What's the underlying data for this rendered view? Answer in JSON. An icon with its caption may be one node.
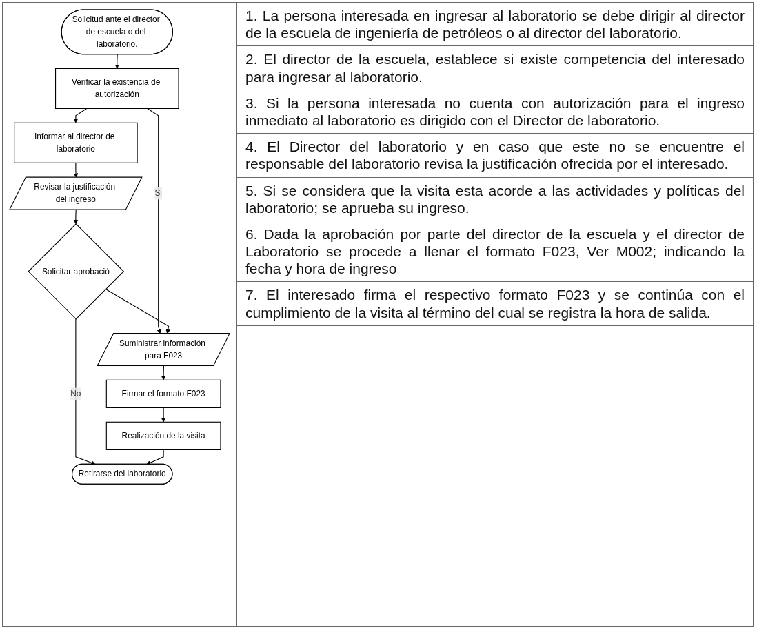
{
  "diagram": {
    "nodes": [
      {
        "text": [
          "Solicitud ante el director de escuela o del laboratorio."
        ]
      },
      {
        "text": [
          "Verificar la existencia de autorización"
        ]
      },
      {
        "text": [
          "Informar al director de laboratorio"
        ]
      },
      {
        "text": [
          "Revisar la justificación del ingreso"
        ]
      },
      {
        "text": [
          "Solicitar aprobació"
        ]
      },
      {
        "text": [
          "Suministrar información para F023"
        ]
      },
      {
        "text": [
          "Firmar el formato F023"
        ]
      },
      {
        "text": [
          "Realización de la visita"
        ]
      },
      {
        "text": [
          "Retirarse del laboratorio"
        ]
      }
    ],
    "edges": [
      {
        "from": 0,
        "to": 1,
        "arrow": "to"
      },
      {
        "from": 1,
        "to": 2,
        "arrow": "to"
      },
      {
        "from": 1,
        "to": 5,
        "arrow": "to",
        "label": "Si"
      },
      {
        "from": 2,
        "to": 3,
        "arrow": "to"
      },
      {
        "from": 3,
        "to": 4,
        "arrow": "to"
      },
      {
        "from": 4,
        "to": 5,
        "arrow": "to"
      },
      {
        "from": 4,
        "to": 8,
        "arrow": "to",
        "label": "No"
      },
      {
        "from": 5,
        "to": 6,
        "arrow": "to"
      },
      {
        "from": 6,
        "to": 7,
        "arrow": "to"
      },
      {
        "from": 7,
        "to": 8,
        "arrow": "to"
      }
    ],
    "labels": [
      "1. La persona interesada en ingresar al laboratorio se debe dirigir al director de la escuela de ingeniería de petróleos o al director del laboratorio.",
      "2. El director de la escuela, establece si existe competencia del interesado para ingresar al laboratorio.",
      "3. Si la persona interesada no cuenta con autorización para el ingreso inmediato al laboratorio es dirigido con el Director de laboratorio.",
      "4. El Director del laboratorio y en caso que este no se encuentre el responsable del laboratorio revisa la justificación ofrecida por el interesado.",
      "5. Si se considera que la visita esta acorde a las actividades y políticas del laboratorio; se aprueba su ingreso.",
      "6. Dada la aprobación por parte del director de la escuela y el director de Laboratorio se procede a llenar el formato F023, Ver M002; indicando la fecha y hora de ingreso",
      "7. El interesado firma el respectivo formato F023 y se continúa con el cumplimiento de la visita al término del cual se registra la hora de salida."
    ]
  }
}
